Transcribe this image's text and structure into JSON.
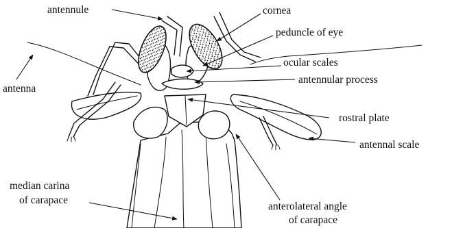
{
  "figure": {
    "labels": {
      "antennule": "antennule",
      "cornea": "cornea",
      "peduncle": "peduncle of eye",
      "ocular_scales": "ocular scales",
      "antennular_process": "antennular process",
      "antenna": "antenna",
      "rostral_plate": "rostral plate",
      "antennal_scale": "antennal scale",
      "median_carina_1": "median carina",
      "median_carina_2": "of carapace",
      "anterolateral_1": "anterolateral angle",
      "anterolateral_2": "of carapace"
    },
    "colors": {
      "ink": "#111111",
      "background": "#ffffff"
    }
  }
}
